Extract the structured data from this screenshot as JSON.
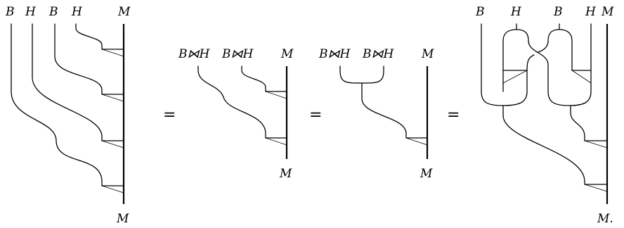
{
  "diagram1": {
    "top_labels": [
      "B",
      "H",
      "B",
      "H",
      "M"
    ],
    "bottom_label": "M"
  },
  "diagram2": {
    "top_labels": [
      "B⋈H",
      "B⋈H",
      "M"
    ],
    "bottom_label": "M"
  },
  "diagram3": {
    "top_labels": [
      "B⋈H",
      "B⋈H",
      "M"
    ],
    "bottom_label": "M"
  },
  "diagram4": {
    "top_labels": [
      "B",
      "H",
      "B",
      "H",
      "M"
    ],
    "bottom_label": "M."
  },
  "equals": [
    "=",
    "=",
    "="
  ]
}
